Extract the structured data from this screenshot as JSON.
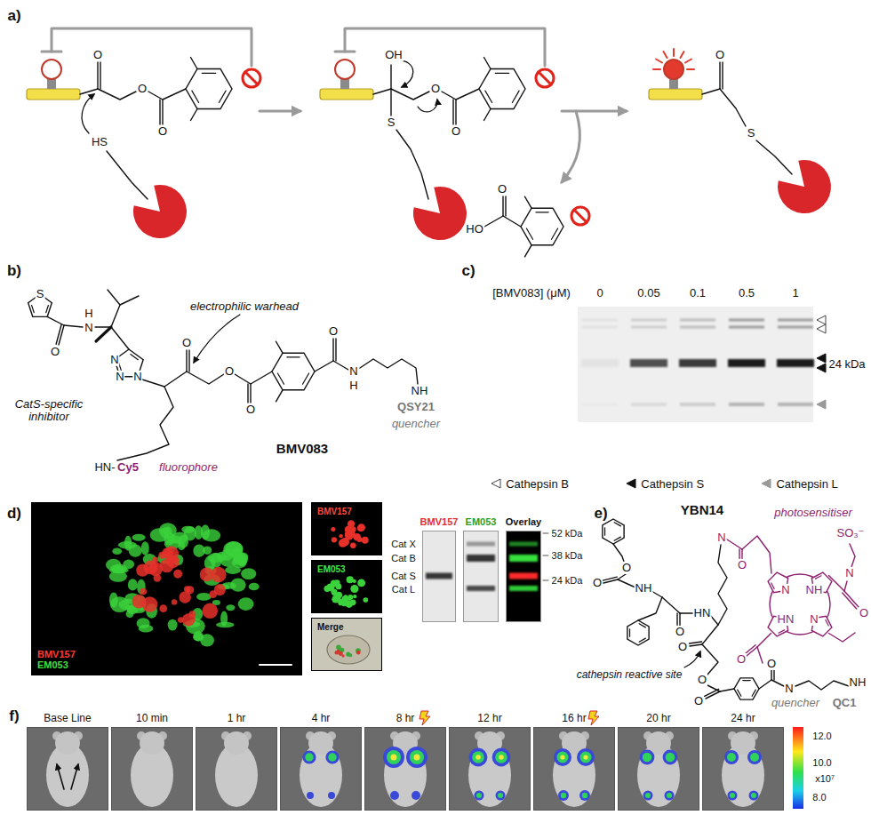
{
  "diagram": {
    "nodes": [
      {
        "text": [
          "BMV157",
          "EM053"
        ]
      },
      {
        "text": [
          "BMV157"
        ]
      },
      {
        "text": [
          "EM053"
        ]
      },
      {
        "text": [
          "Merge"
        ]
      },
      {
        "text": [
          "BMV157"
        ]
      },
      {
        "text": [
          "EM053"
        ]
      },
      {
        "text": [
          "Overlay"
        ]
      },
      {
        "text": [
          "Base Line"
        ]
      },
      {
        "text": [
          "10 min"
        ]
      },
      {
        "text": [
          "1 hr"
        ]
      },
      {
        "text": [
          "4 hr"
        ]
      },
      {
        "text": [
          "8 hr"
        ]
      },
      {
        "text": [
          "12 hr"
        ]
      },
      {
        "text": [
          "16 hr"
        ]
      },
      {
        "text": [
          "20 hr"
        ]
      },
      {
        "text": [
          "24 hr"
        ]
      }
    ],
    "labels": [
      "a)",
      "b)",
      "c)",
      "d)",
      "e)",
      "f)",
      "O",
      "O",
      "O",
      "HS",
      "OH",
      "S",
      "O",
      "O",
      "O",
      "HO",
      "O",
      "S",
      "S",
      "O",
      "H",
      "N",
      "N",
      "N",
      "N",
      "O",
      "O",
      "O",
      "O",
      "N",
      "H",
      "NH",
      "HN-",
      "Cy5",
      "QSY21",
      "CatS-specific inhibitor",
      "electrophilic warhead",
      "fluorophore",
      "quencher",
      "BMV083",
      "[BMV083] (μM)",
      "0",
      "0.05",
      "0.1",
      "0.5",
      "1",
      "24 kDa",
      "Cat X",
      "Cat B",
      "Cat S",
      "Cat L",
      "52 kDa",
      "38 kDa",
      "24 kDa",
      "YBN14",
      "photosensitiser",
      "SO₃⁻",
      "O",
      "O",
      "NH",
      "O",
      "HN",
      "N",
      "O",
      "N",
      "NH",
      "N",
      "HN",
      "O",
      "N",
      "O",
      "O",
      "O",
      "O",
      "O",
      "N",
      "NH",
      "QC1",
      "quencher",
      "cathepsin reactive site",
      "12.0",
      "10.0",
      "x10⁷",
      "8.0"
    ],
    "legend": [
      {
        "text": "Cathepsin B"
      },
      {
        "text": "Cathepsin S"
      },
      {
        "text": "Cathepsin L"
      }
    ]
  }
}
